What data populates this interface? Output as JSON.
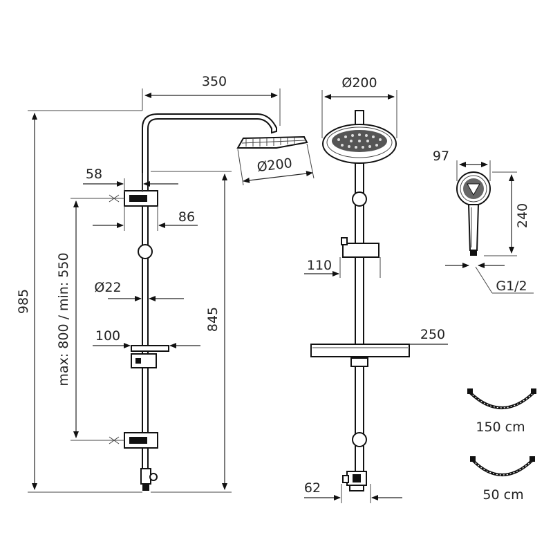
{
  "dimensions": {
    "arm_length": "350",
    "head_diameter_side": "Ø200",
    "head_diameter_front": "Ø200",
    "total_height": "985",
    "rail_height": "845",
    "bracket_spacing": "max: 800 / min: 550",
    "bracket_depth": "58",
    "bracket_width": "86",
    "pipe_diameter": "Ø22",
    "shelf_depth": "100",
    "holder_width": "110",
    "shelf_width": "250",
    "handshower_width": "97",
    "handshower_length": "240",
    "thread": "G1/2",
    "diverter_width": "62"
  },
  "hoses": [
    {
      "label": "150 cm"
    },
    {
      "label": "50 cm"
    }
  ]
}
